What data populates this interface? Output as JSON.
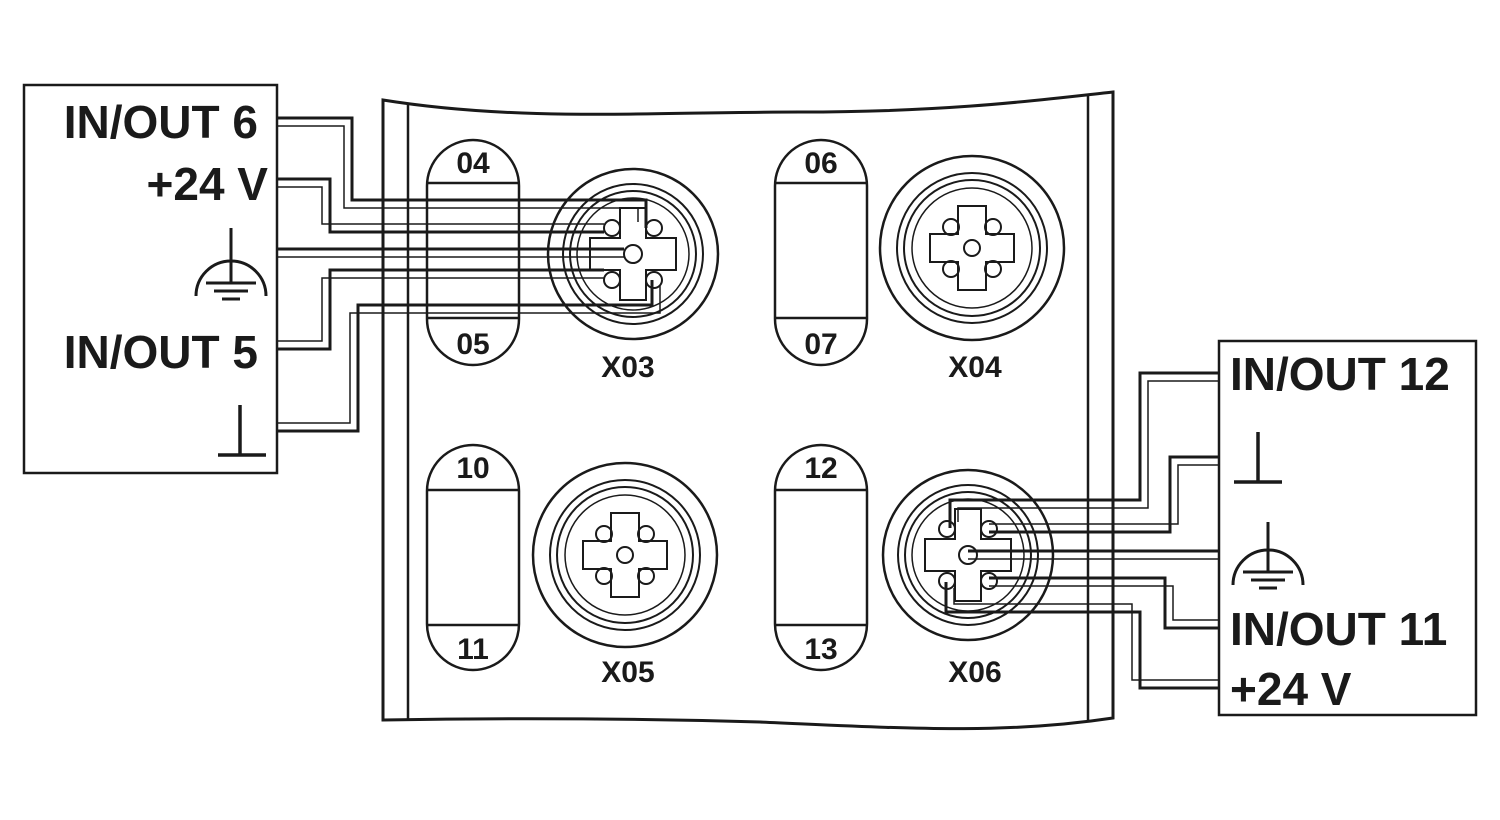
{
  "left_device": {
    "io6_label": "IN/OUT 6",
    "v24_label": "+24 V",
    "io5_label": "IN/OUT 5"
  },
  "right_device": {
    "io12_label": "IN/OUT 12",
    "io11_label": "IN/OUT 11",
    "v24_label": "+24 V"
  },
  "module": {
    "leds": [
      {
        "top": "04",
        "bottom": "05"
      },
      {
        "top": "06",
        "bottom": "07"
      },
      {
        "top": "10",
        "bottom": "11"
      },
      {
        "top": "12",
        "bottom": "13"
      }
    ],
    "connectors": [
      "X03",
      "X04",
      "X05",
      "X06"
    ]
  },
  "icons": [
    "ground-icon",
    "protective-earth-icon"
  ],
  "colors": {
    "line": "#1a1a1a",
    "background": "#ffffff"
  }
}
